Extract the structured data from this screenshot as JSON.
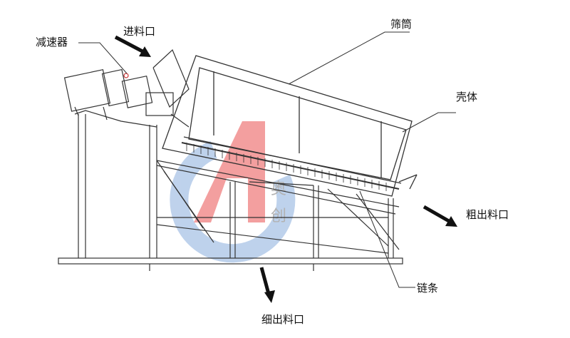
{
  "labels": {
    "reducer": "减速器",
    "feed_inlet": "进料口",
    "screen_drum": "筛筒",
    "housing": "壳体",
    "coarse_outlet": "粗出料口",
    "chain": "链条",
    "fine_outlet": "细出料口"
  },
  "watermark": {
    "text_line1": "奥",
    "text_line2": "创",
    "colors": {
      "red": "#f08080",
      "blue": "#a9c3e6"
    }
  },
  "colors": {
    "line": "#333333",
    "arrow": "#111111"
  }
}
